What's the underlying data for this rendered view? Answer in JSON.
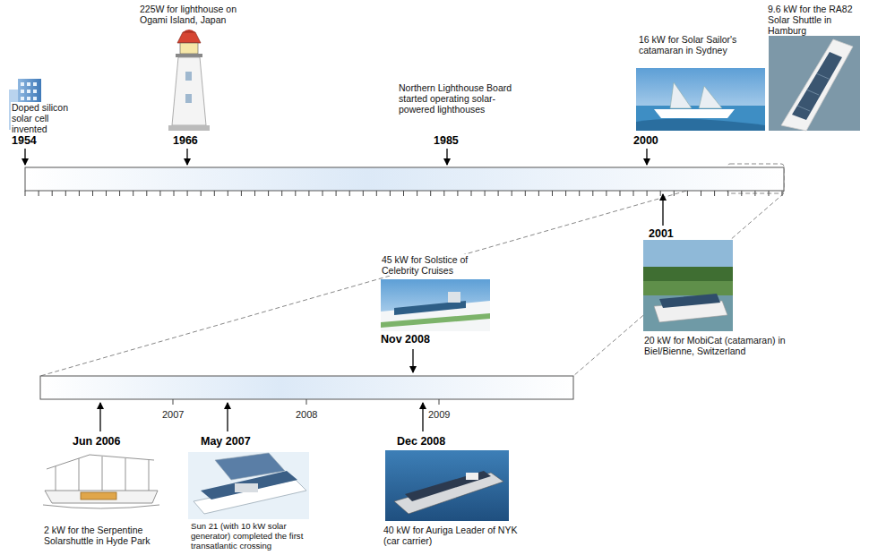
{
  "diagram": {
    "labels": [
      "Doped silicon solar cell invented",
      "1954",
      "225W for lighthouse on Ogami Island, Japan",
      "1966",
      "Northern Lighthouse Board started operating solar-powered lighthouses",
      "1985",
      "16 kW for Solar Sailor's catamaran in Sydney",
      "2000",
      "9.6 kW for the RA82 Solar Shuttle in Hamburg",
      "2001",
      "20 kW for MobiCat (catamaran) in Biel/Bienne, Switzerland",
      "45 kW for Solstice of Celebrity Cruises",
      "Nov 2008",
      "2007",
      "2008",
      "2009",
      "Jun 2006",
      "2 kW for the Serpentine Solarshuttle in Hyde Park",
      "May 2007",
      "Sun 21 (with 10 kW solar generator) completed the first transatlantic crossing",
      "Dec 2008",
      "40 kW for Auriga Leader of NYK (car carrier)"
    ]
  }
}
